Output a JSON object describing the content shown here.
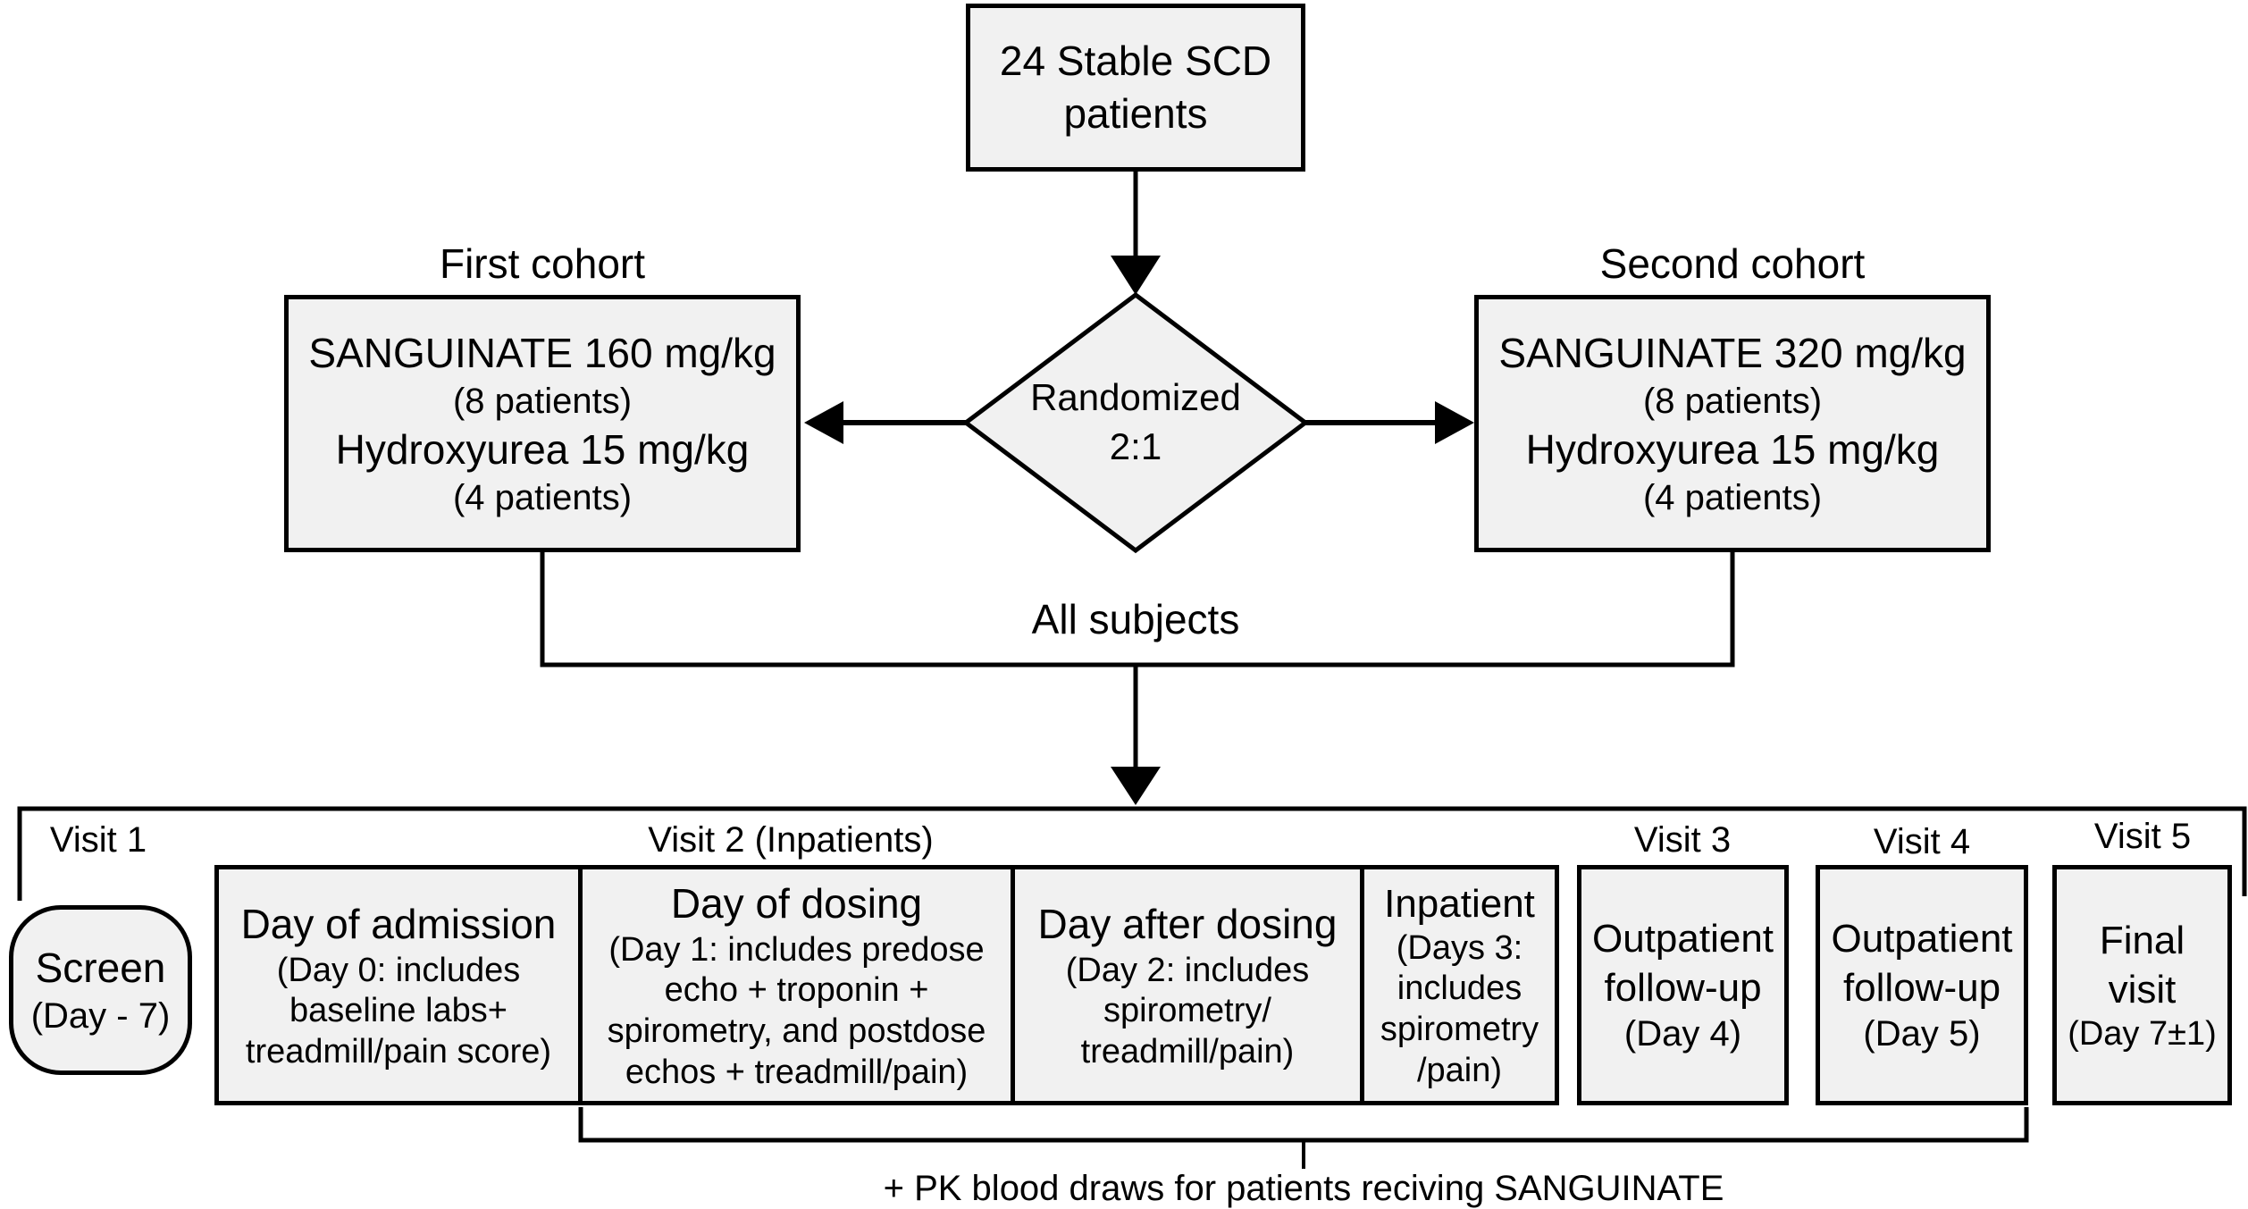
{
  "colors": {
    "background": "#ffffff",
    "box_fill": "#f1f1f1",
    "line": "#000000"
  },
  "top_box": {
    "line1": "24 Stable SCD",
    "line2": "patients"
  },
  "randomize": {
    "line1": "Randomized",
    "line2": "2:1"
  },
  "first_cohort": {
    "label": "First cohort",
    "drug1": "SANGUINATE 160 mg/kg",
    "n1": "(8 patients)",
    "drug2": "Hydroxyurea 15 mg/kg",
    "n2": "(4 patients)"
  },
  "second_cohort": {
    "label": "Second cohort",
    "drug1": "SANGUINATE 320 mg/kg",
    "n1": "(8 patients)",
    "drug2": "Hydroxyurea 15 mg/kg",
    "n2": "(4 patients)"
  },
  "all_subjects": "All subjects",
  "visits": {
    "v1": "Visit 1",
    "v2": "Visit 2 (Inpatients)",
    "v3": "Visit 3",
    "v4": "Visit 4",
    "v5": "Visit 5"
  },
  "screen": {
    "title": "Screen",
    "sub": "(Day - 7)"
  },
  "admission": {
    "title": "Day of admission",
    "sub1": "(Day 0: includes",
    "sub2": "baseline labs+",
    "sub3": "treadmill/pain score)"
  },
  "dosing": {
    "title": "Day of dosing",
    "sub1": "(Day 1: includes predose",
    "sub2": "echo + troponin +",
    "sub3": "spirometry, and postdose",
    "sub4": "echos + treadmill/pain)"
  },
  "after_dosing": {
    "title": "Day after dosing",
    "sub1": "(Day 2: includes",
    "sub2": "spirometry/",
    "sub3": "treadmill/pain)"
  },
  "inpatient": {
    "title": "Inpatient",
    "sub1": "(Days 3:",
    "sub2": "includes",
    "sub3": "spirometry",
    "sub4": "/pain)"
  },
  "outpatient_day4": {
    "line1": "Outpatient",
    "line2": "follow-up",
    "sub": "(Day 4)"
  },
  "outpatient_day5": {
    "line1": "Outpatient",
    "line2": "follow-up",
    "sub": "(Day 5)"
  },
  "final_visit": {
    "line1": "Final",
    "line2": "visit",
    "sub": "(Day 7±1)"
  },
  "pk_note": "+ PK blood draws for patients reciving SANGUINATE"
}
